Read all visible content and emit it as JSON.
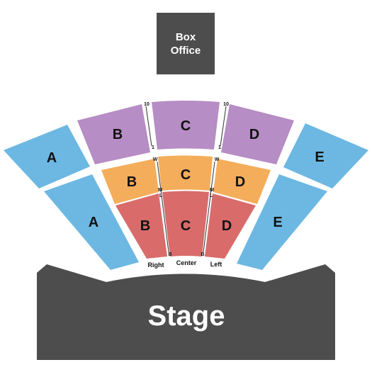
{
  "colors": {
    "blue": "#6cb8e2",
    "purple": "#b68dc4",
    "orange": "#f4ad5a",
    "red": "#d96b6b",
    "dark": "#4d4d4d"
  },
  "box_office": {
    "line1": "Box",
    "line2": "Office"
  },
  "stage": {
    "label": "Stage"
  },
  "aisles": {
    "right": "Right",
    "center": "Center",
    "left": "Left"
  },
  "rows": {
    "left_top": "10",
    "left_bottom": "1",
    "right_top": "10",
    "right_bottom": "1",
    "w_left": "W",
    "m_left": "M",
    "l_left": "L",
    "b_left": "B",
    "w_right": "W",
    "m_right": "M",
    "l_right": "L",
    "b_right": "B"
  },
  "sections": {
    "outer_a": "A",
    "side_a": "A",
    "upper_b": "B",
    "upper_c": "C",
    "upper_d": "D",
    "outer_e": "E",
    "side_e": "E",
    "mid_b": "B",
    "mid_c": "C",
    "mid_d": "D",
    "low_b": "B",
    "low_c": "C",
    "low_d": "D"
  }
}
